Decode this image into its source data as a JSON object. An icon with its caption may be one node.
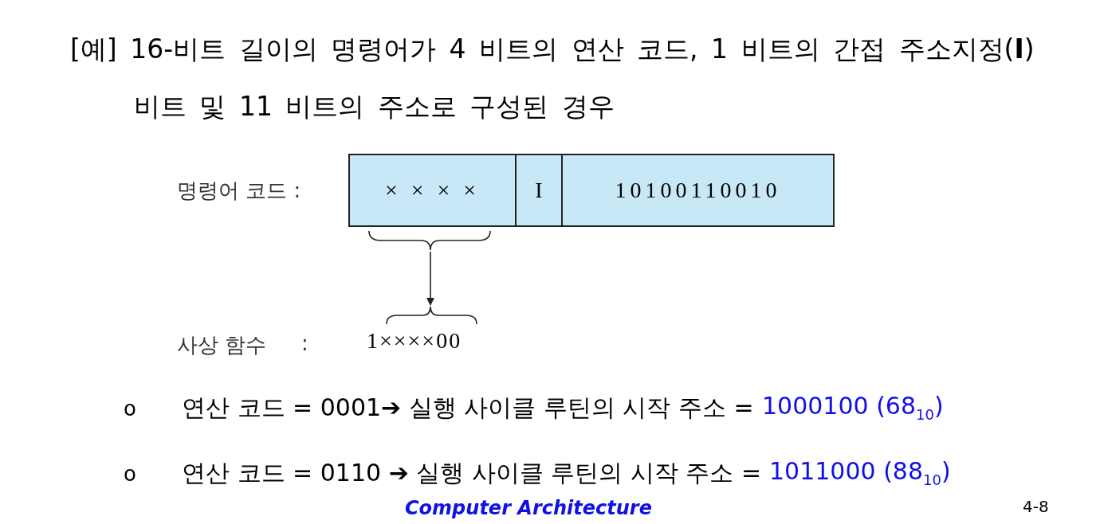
{
  "diagram": {
    "title": "[예] 16-비트 길이의 명령어가 4 비트의 연산 코드, 1 비트의 간접 주소지정(**I**) 비트 및 11 비트의 주소로 구성된 경우",
    "nodes": [
      {
        "text": [
          "× × × ×"
        ]
      },
      {
        "text": [
          "I"
        ]
      },
      {
        "text": [
          "10100110010"
        ]
      },
      {
        "text": [
          "1××××00"
        ]
      }
    ],
    "edges": [
      {
        "from": 0,
        "to": 3,
        "arrow": "to"
      }
    ],
    "labels": [
      "명령어 코드 :",
      "사상 함수",
      ":",
      "o",
      "연산 코드 = 0001➔ 실행 사이클 루틴의 시작 주소 =",
      "1000100 (68$_{10}$)",
      "o",
      "연산 코드 = 0110 ➔ 실행 사이클 루틴의 시작 주소 =",
      "1011000 (88$_{10}$)",
      "Computer Architecture",
      "4-8"
    ]
  }
}
